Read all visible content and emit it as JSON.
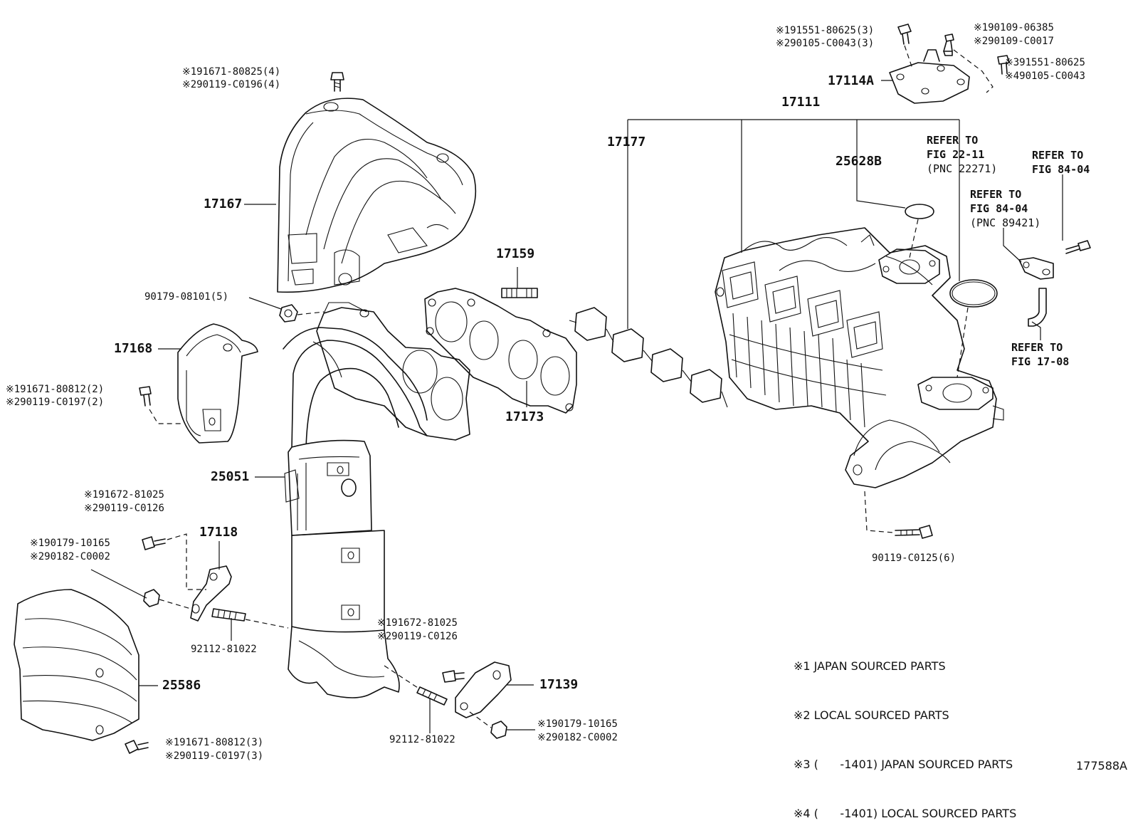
{
  "diagram": {
    "parts": {
      "p17111": "17111",
      "p17177": "17177",
      "p25628B": "25628B",
      "p17114A": "17114A",
      "p17167": "17167",
      "p17159": "17159",
      "p17168": "17168",
      "p17173": "17173",
      "p25051": "25051",
      "p17118": "17118",
      "p25586": "25586",
      "p17139": "17139"
    },
    "fasteners": {
      "top_bolt_a1": "※191551-80625(3)",
      "top_bolt_a2": "※290105-C0043(3)",
      "top_stud_b1": "※190109-06385",
      "top_stud_b2": "※290109-C0017",
      "top_bolt_c1": "※391551-80625",
      "top_bolt_c2": "※490105-C0043",
      "heat_bolt_1": "※191671-80825(4)",
      "heat_bolt_2": "※290119-C0196(4)",
      "nut_90179": "90179-08101(5)",
      "s17168_bolt_1": "※191671-80812(2)",
      "s17168_bolt_2": "※290119-C0197(2)",
      "bracket_bolt_1": "※191672-81025",
      "bracket_bolt_2": "※290119-C0126",
      "bracket_nut_1": "※190179-10165",
      "bracket_nut_2": "※290182-C0002",
      "stud_92112_a": "92112-81022",
      "stud_92112_b": "92112-81022",
      "r_bolt_1": "※191672-81025",
      "r_bolt_2": "※290119-C0126",
      "r_nut_1": "※190179-10165",
      "r_nut_2": "※290182-C0002",
      "bottom_bolt_1": "※191671-80812(3)",
      "bottom_bolt_2": "※290119-C0197(3)",
      "manifold_bolt": "90119-C0125(6)"
    },
    "refs": {
      "ref1_l1": "REFER TO",
      "ref1_l2": "FIG 22-11",
      "ref1_l3": "(PNC 22271)",
      "ref2_l1": "REFER TO",
      "ref2_l2": "FIG 84-04",
      "ref3_l1": "REFER TO",
      "ref3_l2": "FIG 84-04",
      "ref3_l3": "(PNC 89421)",
      "ref4_l1": "REFER TO",
      "ref4_l2": "FIG 17-08"
    },
    "legend": [
      "※1 JAPAN SOURCED PARTS",
      "※2 LOCAL SOURCED PARTS",
      "※3 (      -1401) JAPAN SOURCED PARTS",
      "※4 (      -1401) LOCAL SOURCED PARTS"
    ],
    "figure_code": "177588A"
  }
}
